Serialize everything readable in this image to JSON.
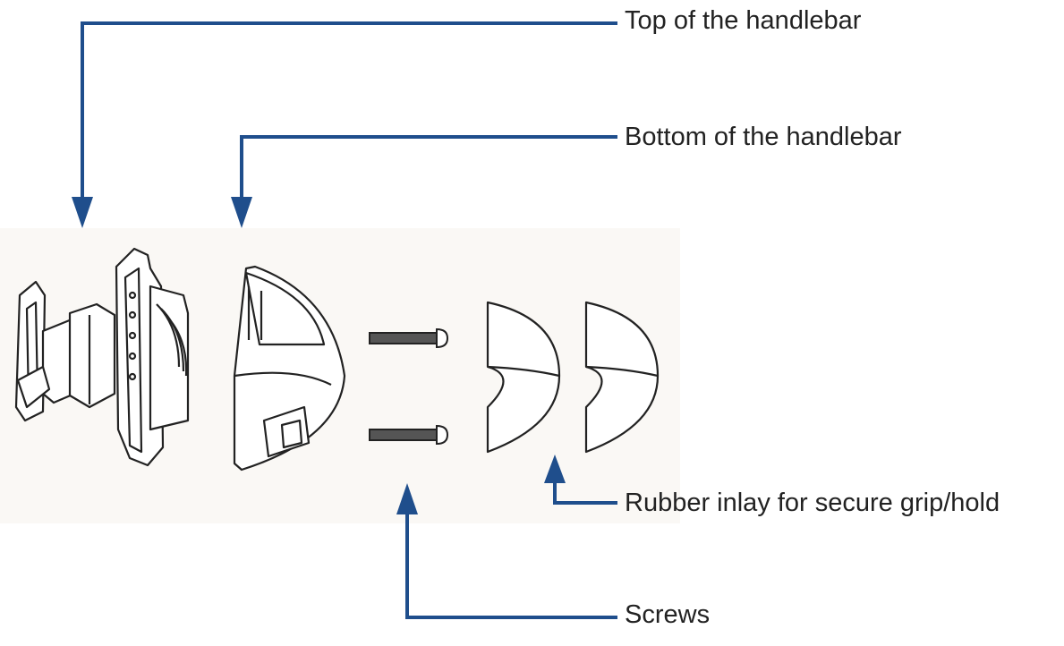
{
  "diagram": {
    "labels": {
      "top_of_handlebar": "Top of the handlebar",
      "bottom_of_handlebar": "Bottom of the handlebar",
      "rubber_inlay": "Rubber inlay for secure grip/hold",
      "screws": "Screws"
    },
    "colors": {
      "callout_line": "#1f4e8c",
      "part_stroke": "#222222",
      "text": "#222222"
    }
  }
}
